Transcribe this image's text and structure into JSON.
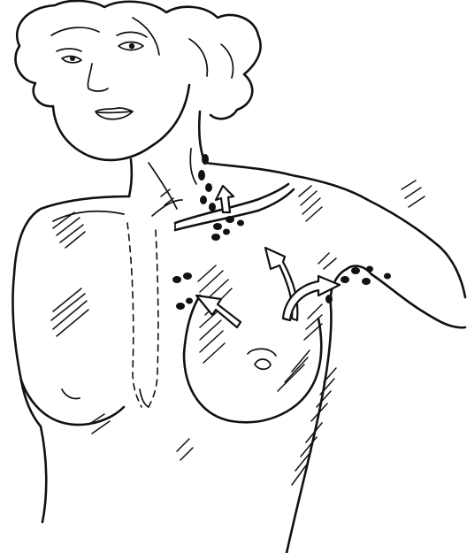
{
  "figure": {
    "subject": "breast-lymphatic-drainage",
    "colors": {
      "ink": "#111111",
      "paper": "#ffffff"
    },
    "arrows": [
      {
        "name": "axillary-drainage-arrow",
        "direction": "up-right"
      },
      {
        "name": "infraclavicular-drainage-arrow",
        "direction": "up"
      },
      {
        "name": "medial-drainage-arrow",
        "direction": "up-left"
      },
      {
        "name": "supraclavicular-drainage-arrow",
        "direction": "up"
      }
    ],
    "node_groups": [
      "cervical-nodes",
      "supraclavicular-nodes",
      "parasternal-nodes",
      "axillary-nodes"
    ]
  }
}
